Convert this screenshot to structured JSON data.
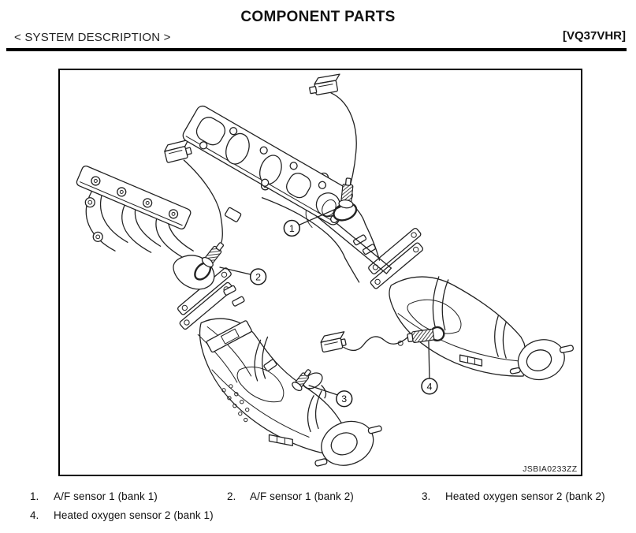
{
  "header": {
    "title": "COMPONENT PARTS",
    "breadcrumb": "< SYSTEM DESCRIPTION >",
    "engine_code": "[VQ37VHR]"
  },
  "figure": {
    "image_id": "JSBIA0233ZZ",
    "callouts": [
      {
        "n": "1"
      },
      {
        "n": "2"
      },
      {
        "n": "3"
      },
      {
        "n": "4"
      }
    ]
  },
  "legend": {
    "items": [
      {
        "num": "1.",
        "label": "A/F sensor 1 (bank 1)"
      },
      {
        "num": "2.",
        "label": "A/F sensor 1 (bank 2)"
      },
      {
        "num": "3.",
        "label": "Heated oxygen sensor 2 (bank 2)"
      },
      {
        "num": "4.",
        "label": "Heated oxygen sensor 2 (bank 1)"
      }
    ]
  },
  "colors": {
    "ink": "#1c1c1c",
    "paper": "#ffffff"
  }
}
